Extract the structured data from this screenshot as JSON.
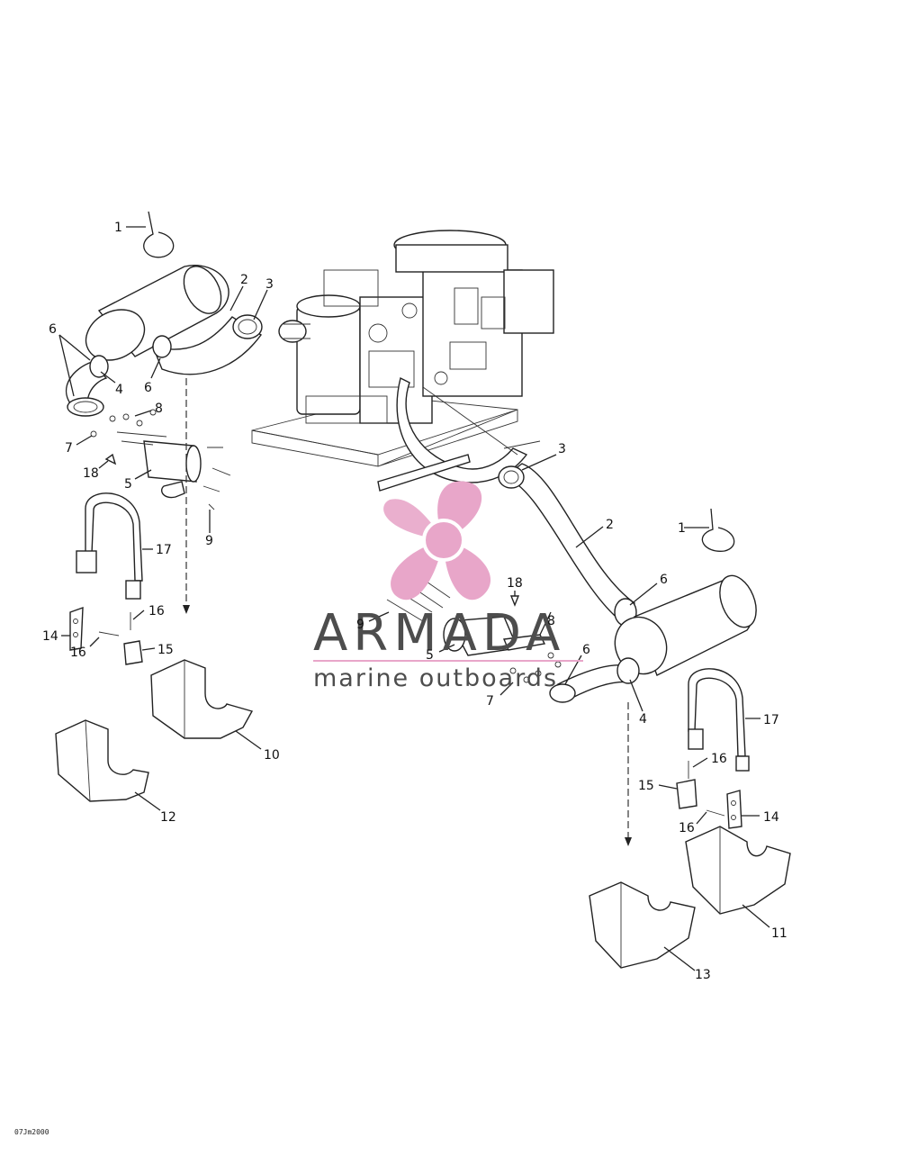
{
  "watermark": {
    "title": "ARMADA",
    "subtitle": "marine outboards",
    "logo_color": "#e8a6c9",
    "text_color": "#4d4d4d"
  },
  "drawing_code": "07Jm2000",
  "callouts": {
    "c1a": "1",
    "c1b": "1",
    "c2a": "2",
    "c2b": "2",
    "c3a": "3",
    "c3b": "3",
    "c4a": "4",
    "c4b": "4",
    "c5a": "5",
    "c5b": "5",
    "c6a": "6",
    "c6b": "6",
    "c6c": "6",
    "c6d": "6",
    "c7a": "7",
    "c7b": "7",
    "c8a": "8",
    "c8b": "8",
    "c9a": "9",
    "c9b": "9",
    "c10": "10",
    "c11": "11",
    "c12": "12",
    "c13": "13",
    "c14a": "14",
    "c14b": "14",
    "c15a": "15",
    "c15b": "15",
    "c16a": "16",
    "c16b": "16",
    "c16c": "16",
    "c16d": "16",
    "c17a": "17",
    "c17b": "17",
    "c18a": "18",
    "c18b": "18"
  }
}
